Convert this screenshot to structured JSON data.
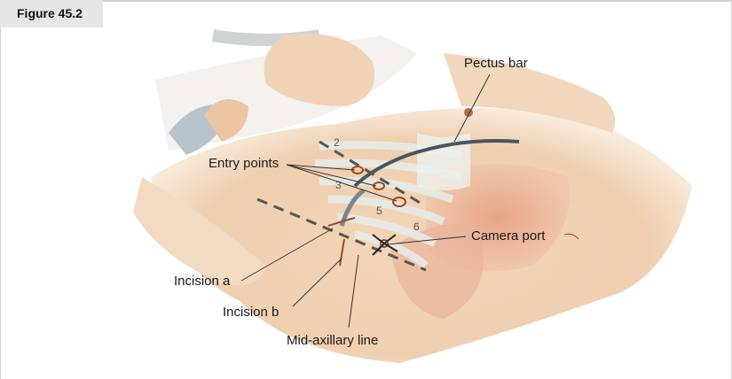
{
  "figure": {
    "label": "Figure 45.2"
  },
  "labels": {
    "pectus_bar": "Pectus bar",
    "entry_points": "Entry points",
    "camera_port": "Camera port",
    "incision_a": "Incision a",
    "incision_b": "Incision b",
    "mid_axillary_line": "Mid-axillary line"
  },
  "rib_numbers": [
    "2",
    "3",
    "5",
    "6"
  ],
  "colors": {
    "skin": "#f1d2b4",
    "bone": "#e9ebe6",
    "muscle": "#e7a58a",
    "port": "#9a4a22"
  }
}
